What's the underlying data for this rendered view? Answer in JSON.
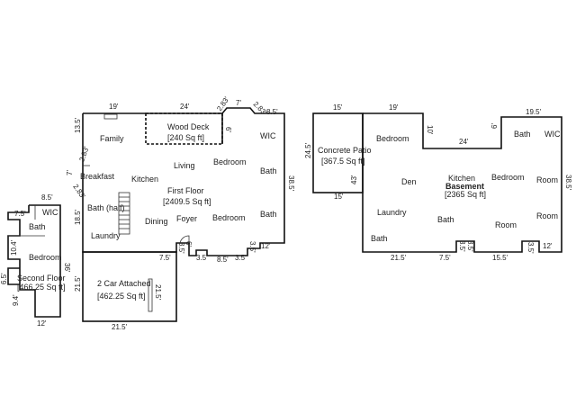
{
  "labels": {
    "wic_sf": "WIC",
    "bath_sf": "Bath",
    "bedroom_sf": "Bedroom",
    "second_floor": "Second Floor",
    "second_floor_area": "[466.25 Sq ft]",
    "family": "Family",
    "wood_deck": "Wood Deck",
    "wood_deck_area": "[240 Sq ft]",
    "wic_ff": "WIC",
    "breakfast": "Breakfast",
    "kitchen_ff": "Kitchen",
    "living": "Living",
    "bedroom_ff_1": "Bedroom",
    "bath_ff_1": "Bath",
    "first_floor": "First Floor",
    "first_floor_area": "[2409.5 Sq ft]",
    "bath_half": "Bath (half)",
    "laundry_ff": "Laundry",
    "dining": "Dining",
    "foyer": "Foyer",
    "bedroom_ff_2": "Bedroom",
    "bath_ff_2": "Bath",
    "garage": "2 Car Attached",
    "garage_area": "[462.25 Sq ft]",
    "concrete_patio": "Concrete Patio",
    "concrete_patio_area": "[367.5 Sq ft]",
    "bedroom_bs_1": "Bedroom",
    "bath_bs_1": "Bath",
    "wic_bs": "WIC",
    "den": "Den",
    "kitchen_bs": "Kitchen",
    "basement": "Basement",
    "basement_area": "[2365 Sq ft]",
    "bedroom_bs_2": "Bedroom",
    "room_bs_1": "Room",
    "laundry_bs": "Laundry",
    "bath_bs_2": "Bath",
    "room_bs_2": "Room",
    "room_bs_3": "Room",
    "bath_bs_3": "Bath"
  },
  "dimensions": {
    "sf_top": "8.5'",
    "sf_left_top": "7.5'",
    "sf_left_mid": "10.4'",
    "sf_left_low": "6.5'",
    "sf_left_bottom": "9.4'",
    "sf_right": "36'",
    "sf_bottom": "12'",
    "ff_top_left": "19'",
    "ff_top_deck": "24'",
    "ff_top_angle1": "2.83'",
    "ff_top_angle2": "7'",
    "ff_top_angle3": "2.83'",
    "ff_top_right": "8.5'",
    "ff_deck_side": "6'",
    "ff_left_upper": "13.5'",
    "ff_left_angle1": "2.83'",
    "ff_left_7": "7'",
    "ff_left_angle2": "2.83'",
    "ff_left_lower": "18.5'",
    "ff_right": "38.5'",
    "ff_bottom_75": "7.5'",
    "ff_bottom_35a": "3.5'",
    "ff_bottom_6": "6'",
    "ff_bottom_35b": "3.5'",
    "ff_bottom_85": "8.5'",
    "ff_bottom_35c": "3.5'",
    "ff_bottom_35d": "3.5'",
    "ff_bottom_12": "12'",
    "gar_left": "21.5'",
    "gar_right": "21.5'",
    "gar_bottom": "21.5'",
    "pat_top": "15'",
    "pat_left": "24.5'",
    "pat_right": "43'",
    "pat_bottom": "15'",
    "bs_top_19": "19'",
    "bs_top_10": "10'",
    "bs_mid_24": "24'",
    "bs_top_6": "6'",
    "bs_top_195": "19.5'",
    "bs_right": "38.5'",
    "bs_bottom_215": "21.5'",
    "bs_bottom_75": "7.5'",
    "bs_bottom_35a": "3.5'",
    "bs_bottom_35b": "3.5'",
    "bs_bottom_155": "15.5'",
    "bs_bottom_35c": "3.5'",
    "bs_bottom_12": "12'"
  }
}
